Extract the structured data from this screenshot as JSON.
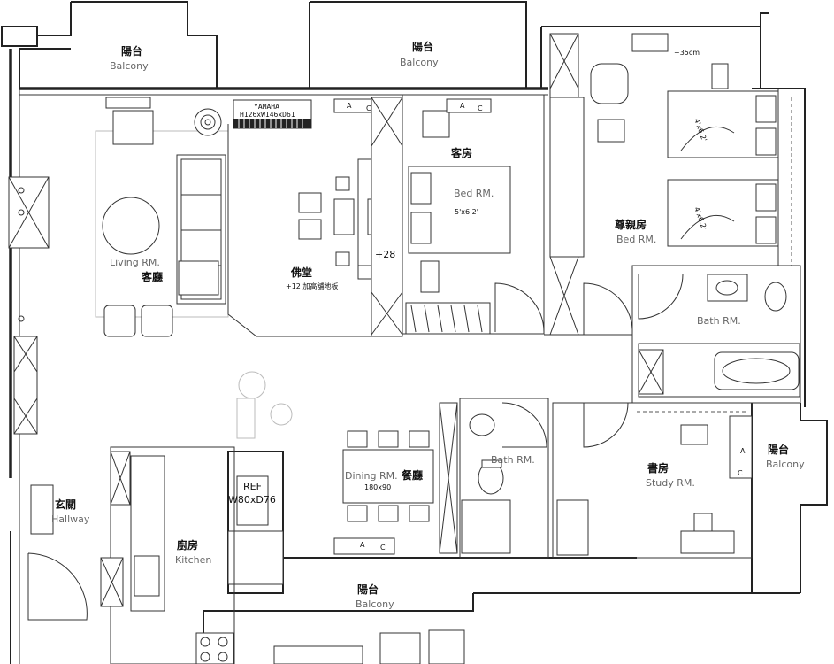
{
  "rooms": {
    "balcony_left": {
      "zh": "陽台",
      "en": "Balcony"
    },
    "balcony_center": {
      "zh": "陽台",
      "en": "Balcony"
    },
    "balcony_right": {
      "zh": "陽台",
      "en": "Balcony"
    },
    "balcony_bottom": {
      "zh": "陽台",
      "en": "Balcony"
    },
    "living": {
      "zh": "客廳",
      "en": "Living RM."
    },
    "altar": {
      "zh": "佛堂",
      "note": "+12 加高舖地板",
      "height": "+28"
    },
    "guest": {
      "zh": "客房",
      "en": "Bed RM.",
      "size": "5'x6.2'"
    },
    "master": {
      "zh": "尊親房",
      "en": "Bed RM.",
      "bed_size": "4'x6.2'"
    },
    "bath_master": {
      "en": "Bath RM."
    },
    "bath_small": {
      "en": "Bath RM."
    },
    "study": {
      "zh": "書房",
      "en": "Study RM."
    },
    "dining": {
      "zh": "餐廳",
      "en": "Dining RM.",
      "size": "180x90"
    },
    "hallway": {
      "zh": "玄關",
      "en": "Hallway"
    },
    "kitchen": {
      "zh": "廚房",
      "en": "Kitchen"
    }
  },
  "labels": {
    "piano_brand": "YAMAHA",
    "piano_size": "H126xW146xD61",
    "ref_line1": "REF",
    "ref_line2": "W80xD76",
    "plus35": "+35cm",
    "ac_a": "A",
    "ac_c": "C"
  }
}
